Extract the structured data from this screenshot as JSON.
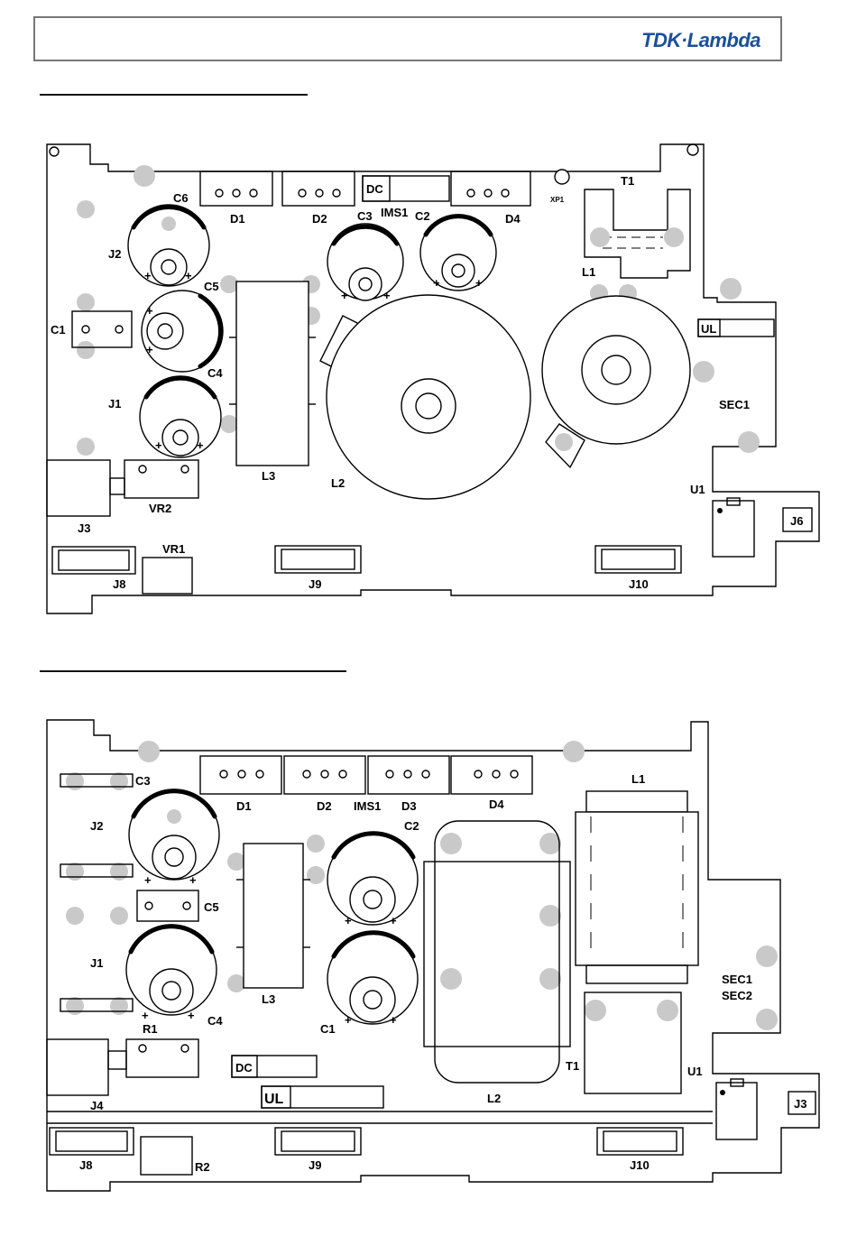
{
  "brand": {
    "logo_text": "TDK·Lambda",
    "color": "#1b4f9c"
  },
  "board1": {
    "labels": {
      "C6": "C6",
      "D1": "D1",
      "D2": "D2",
      "DC": "DC",
      "C3": "C3",
      "IMS1": "IMS1",
      "C2": "C2",
      "D4": "D4",
      "XP1": "XP1",
      "T1": "T1",
      "J2": "J2",
      "C5": "C5",
      "C1": "C1",
      "C4": "C4",
      "J1": "J1",
      "L1": "L1",
      "UL": "UL",
      "SEC1": "SEC1",
      "L3": "L3",
      "L2": "L2",
      "VR2": "VR2",
      "J3": "J3",
      "U1": "U1",
      "J6": "J6",
      "VR1": "VR1",
      "J8": "J8",
      "J9": "J9",
      "J10": "J10"
    }
  },
  "board2": {
    "labels": {
      "C3": "C3",
      "D1": "D1",
      "D2": "D2",
      "IMS1": "IMS1",
      "D3": "D3",
      "D4": "D4",
      "L1": "L1",
      "C2": "C2",
      "J2": "J2",
      "C5": "C5",
      "J1": "J1",
      "L3": "L3",
      "R1": "R1",
      "C4": "C4",
      "C1": "C1",
      "SEC1": "SEC1",
      "SEC2": "SEC2",
      "T1": "T1",
      "U1": "U1",
      "DC": "DC",
      "UL": "UL",
      "J4": "J4",
      "L2": "L2",
      "J3": "J3",
      "J8": "J8",
      "R2": "R2",
      "J9": "J9",
      "J10": "J10"
    }
  }
}
